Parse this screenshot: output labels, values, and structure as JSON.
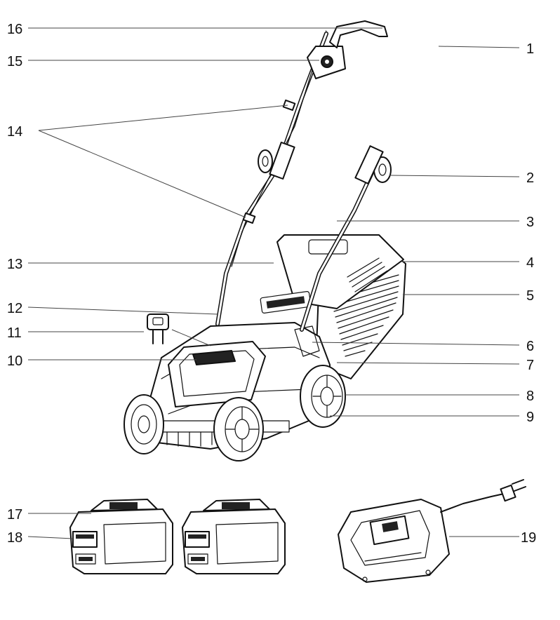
{
  "callouts": {
    "c1": "1",
    "c2": "2",
    "c3": "3",
    "c4": "4",
    "c5": "5",
    "c6": "6",
    "c7": "7",
    "c8": "8",
    "c9": "9",
    "c10": "10",
    "c11": "11",
    "c12": "12",
    "c13": "13",
    "c14": "14",
    "c15": "15",
    "c16": "16",
    "c17": "17",
    "c18": "18",
    "c19": "19"
  },
  "colors": {
    "ink": "#111111",
    "leader": "#444444",
    "background": "#ffffff"
  }
}
